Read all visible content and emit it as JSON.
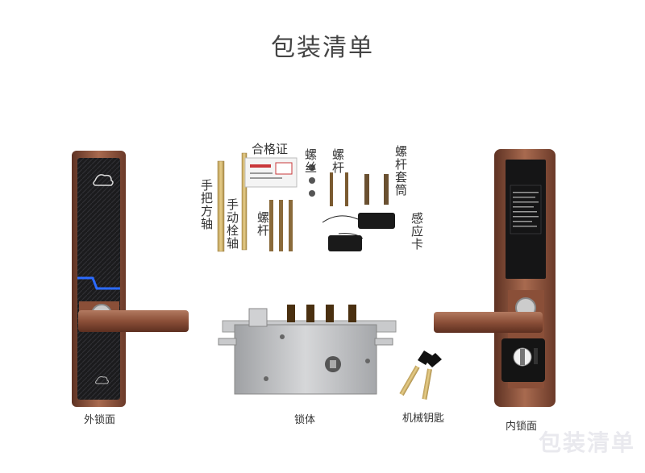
{
  "title": "包装清单",
  "labels": {
    "outer_panel": "外锁面",
    "lock_body": "锁体",
    "mech_key": "机械钥匙",
    "inner_panel": "内锁面",
    "certificate": "合格证",
    "handle_rod": "手把方轴",
    "manual_bolt_shaft": "手动栓轴",
    "screw_rod": "螺杆",
    "screws": "螺丝",
    "screw_rod_top": "螺杆",
    "screw_sleeve": "螺杆套筒",
    "rfid_card": "感应卡"
  },
  "watermark": "包装清单",
  "colors": {
    "bronze": "#8a4f38",
    "carbon": "#1d1d1f",
    "blue_light": "#1e5bff",
    "steel": "#b7b8ba"
  }
}
